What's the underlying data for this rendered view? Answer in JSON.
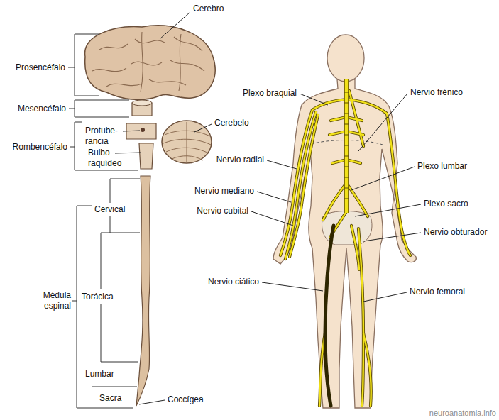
{
  "diagram": {
    "labels": [
      "Cerebro",
      "Prosencéfalo",
      "Mesencéfalo",
      "Protube- rancia",
      "Rombencéfalo",
      "Bulbo raquídeo",
      "Cerebelo",
      "Cervical",
      "Médula espinal",
      "Torácica",
      "Lumbar",
      "Sacra",
      "Coccígea",
      "Plexo braquial",
      "Nervio frénico",
      "Nervio radial",
      "Plexo lumbar",
      "Nervio mediano",
      "Plexo sacro",
      "Nervio cubital",
      "Nervio obturador",
      "Nervio ciático",
      "Nervio femoral",
      "neuroanatomia.info"
    ]
  }
}
